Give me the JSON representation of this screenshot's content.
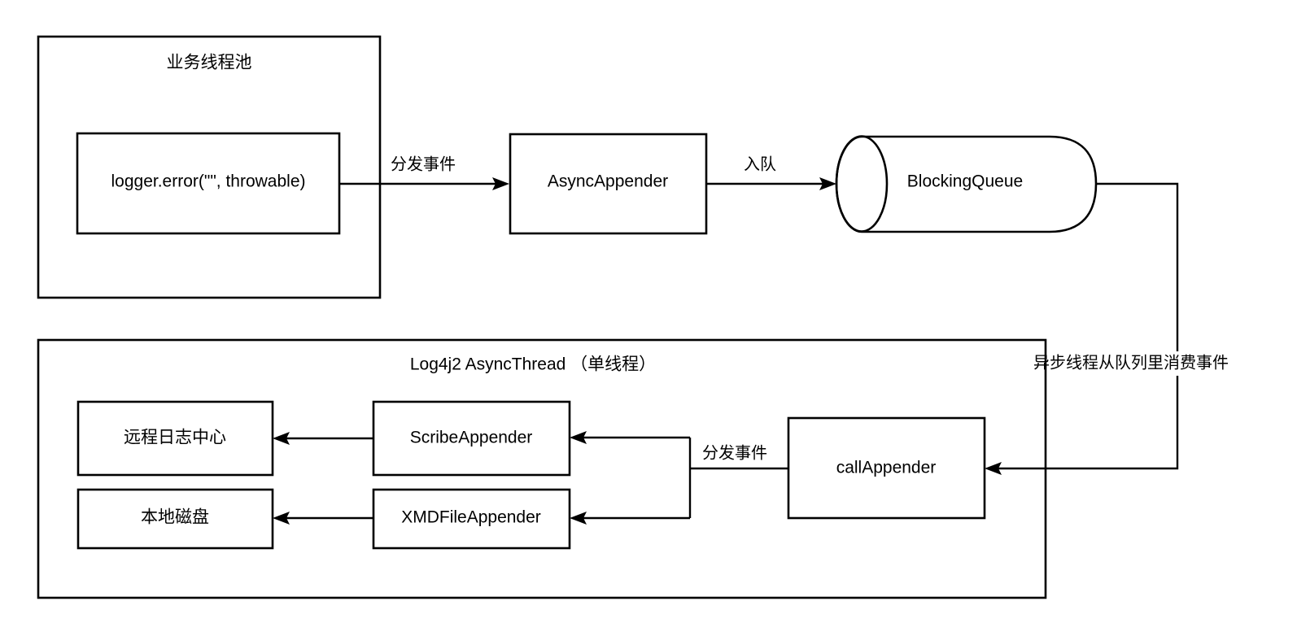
{
  "diagram": {
    "title": "Log4j2 async logging flow",
    "background_color": "#ffffff",
    "stroke_color": "#000000",
    "text_color": "#000000"
  },
  "panels": {
    "business_thread_pool": {
      "label": "业务线程池"
    },
    "async_thread": {
      "label": "Log4j2 AsyncThread （单线程）"
    }
  },
  "nodes": {
    "logger_error": {
      "label": "logger.error(\"\", throwable)",
      "shape": "rect"
    },
    "async_appender": {
      "label": "AsyncAppender",
      "shape": "rect"
    },
    "blocking_queue": {
      "label": "BlockingQueue",
      "shape": "cylinder"
    },
    "call_appender": {
      "label": "callAppender",
      "shape": "rect"
    },
    "scribe_appender": {
      "label": "ScribeAppender",
      "shape": "rect"
    },
    "xmd_file_appender": {
      "label": "XMDFileAppender",
      "shape": "rect"
    },
    "remote_log_center": {
      "label": "远程日志中心",
      "shape": "rect"
    },
    "local_disk": {
      "label": "本地磁盘",
      "shape": "rect"
    }
  },
  "edges": {
    "dispatch_event_top": {
      "label": "分发事件"
    },
    "enqueue": {
      "label": "入队"
    },
    "consume_from_queue": {
      "label": "异步线程从队列里消费事件"
    },
    "dispatch_event_bottom": {
      "label": "分发事件"
    },
    "scribe_to_remote": {
      "label": ""
    },
    "xmd_to_disk": {
      "label": ""
    }
  }
}
